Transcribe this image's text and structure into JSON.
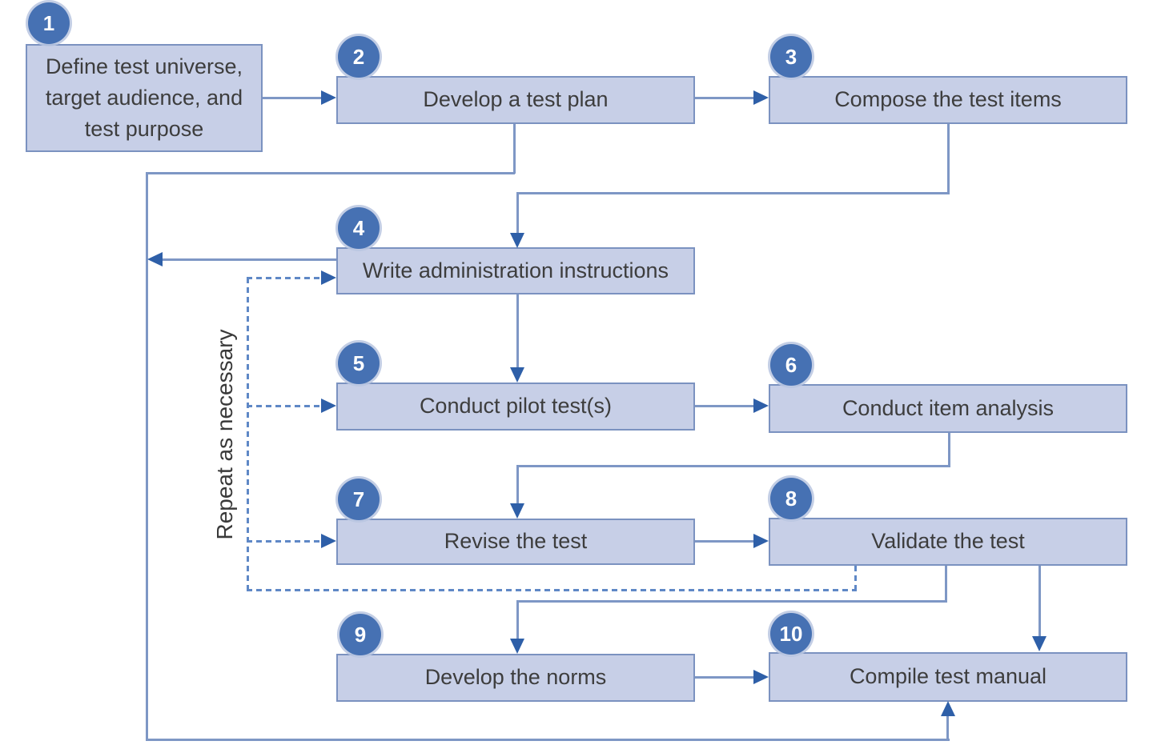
{
  "diagram": {
    "repeat_label": "Repeat as necessary",
    "nodes": [
      {
        "num": "1",
        "label": "Define test universe, target audience, and test purpose"
      },
      {
        "num": "2",
        "label": "Develop a test plan"
      },
      {
        "num": "3",
        "label": "Compose the test items"
      },
      {
        "num": "4",
        "label": "Write administration instructions"
      },
      {
        "num": "5",
        "label": "Conduct pilot test(s)"
      },
      {
        "num": "6",
        "label": "Conduct item analysis"
      },
      {
        "num": "7",
        "label": "Revise the test"
      },
      {
        "num": "8",
        "label": "Validate the test"
      },
      {
        "num": "9",
        "label": "Develop the norms"
      },
      {
        "num": "10",
        "label": "Compile test manual"
      }
    ],
    "edges": [
      {
        "from": "1",
        "to": "2",
        "style": "solid"
      },
      {
        "from": "2",
        "to": "3",
        "style": "solid"
      },
      {
        "from": "3",
        "to": "4",
        "style": "solid"
      },
      {
        "from": "4",
        "to": "5",
        "style": "solid"
      },
      {
        "from": "5",
        "to": "6",
        "style": "solid"
      },
      {
        "from": "6",
        "to": "7",
        "style": "solid"
      },
      {
        "from": "7",
        "to": "8",
        "style": "solid"
      },
      {
        "from": "8",
        "to": "9",
        "style": "solid"
      },
      {
        "from": "8",
        "to": "10",
        "style": "solid"
      },
      {
        "from": "9",
        "to": "10",
        "style": "solid"
      },
      {
        "from": "2",
        "to": "10",
        "style": "solid",
        "note": "left-side bus into bottom of box 10"
      },
      {
        "from": "4",
        "to": "left-bus",
        "style": "solid"
      },
      {
        "from": "8",
        "to": "4",
        "style": "dashed",
        "note": "repeat as necessary"
      },
      {
        "from": "8",
        "to": "5",
        "style": "dashed",
        "note": "repeat as necessary"
      },
      {
        "from": "8",
        "to": "7",
        "style": "dashed",
        "note": "repeat as necessary"
      }
    ],
    "colors": {
      "box_fill": "#c7cfe7",
      "box_border": "#7b92c0",
      "badge_fill": "#4671b3",
      "badge_ring": "#b9c6e0",
      "line": "#7e97c5",
      "arrowhead": "#2e5fa8",
      "dashed_line": "#5f88c6",
      "text": "#3d3d3d",
      "background": "#ffffff"
    }
  }
}
